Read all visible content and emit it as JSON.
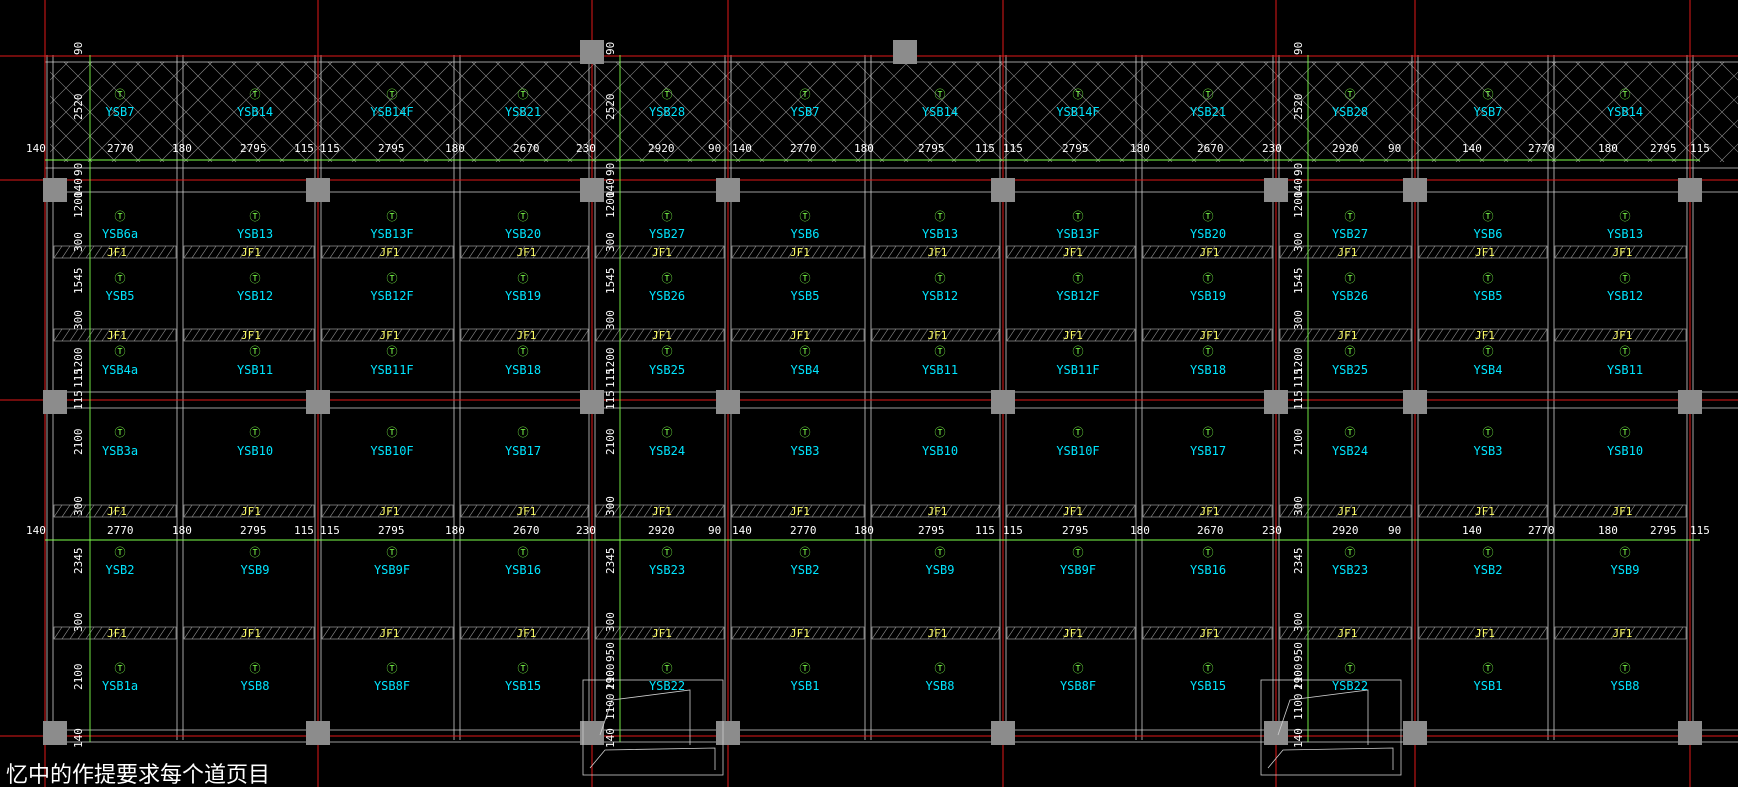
{
  "grid_columns": [
    {
      "c": 0,
      "panels": [
        "YSB7",
        "YSB6a",
        "YSB5",
        "YSB4a",
        "YSB3a",
        "YSB2",
        "YSB1a"
      ]
    },
    {
      "c": 1,
      "panels": [
        "YSB14",
        "YSB13",
        "YSB12",
        "YSB11",
        "YSB10",
        "YSB9",
        "YSB8"
      ]
    },
    {
      "c": 2,
      "panels": [
        "YSB14F",
        "YSB13F",
        "YSB12F",
        "YSB11F",
        "YSB10F",
        "YSB9F",
        "YSB8F"
      ]
    },
    {
      "c": 3,
      "panels": [
        "YSB21",
        "YSB20",
        "YSB19",
        "YSB18",
        "YSB17",
        "YSB16",
        "YSB15"
      ]
    },
    {
      "c": 4,
      "panels": [
        "YSB28",
        "YSB27",
        "YSB26",
        "YSB25",
        "YSB24",
        "YSB23",
        "YSB22"
      ]
    },
    {
      "c": 5,
      "panels": [
        "YSB7",
        "YSB6",
        "YSB5",
        "YSB4",
        "YSB3",
        "YSB2",
        "YSB1"
      ]
    },
    {
      "c": 6,
      "panels": [
        "YSB14",
        "YSB13",
        "YSB12",
        "YSB11",
        "YSB10",
        "YSB9",
        "YSB8"
      ]
    },
    {
      "c": 7,
      "panels": [
        "YSB14F",
        "YSB13F",
        "YSB12F",
        "YSB11F",
        "YSB10F",
        "YSB9F",
        "YSB8F"
      ]
    },
    {
      "c": 8,
      "panels": [
        "YSB21",
        "YSB20",
        "YSB19",
        "YSB18",
        "YSB17",
        "YSB16",
        "YSB15"
      ]
    },
    {
      "c": 9,
      "panels": [
        "YSB28",
        "YSB27",
        "YSB26",
        "YSB25",
        "YSB24",
        "YSB23",
        "YSB22"
      ]
    },
    {
      "c": 10,
      "panels": [
        "YSB7",
        "YSB6",
        "YSB5",
        "YSB4",
        "YSB3",
        "YSB2",
        "YSB1"
      ]
    },
    {
      "c": 11,
      "panels": [
        "YSB14",
        "YSB13",
        "YSB12",
        "YSB11",
        "YSB10",
        "YSB9",
        "YSB8"
      ]
    }
  ],
  "joint_label": "JF1",
  "panel_symbol": "Ⓣ",
  "horizontal_dims": [
    "140",
    "2770",
    "180",
    "2795",
    "115",
    "115",
    "2795",
    "180",
    "2670",
    "230",
    "2920",
    "90",
    "140",
    "2770",
    "180",
    "2795",
    "115",
    "115",
    "2795",
    "180",
    "2670",
    "230",
    "2920",
    "90",
    "140",
    "2770",
    "180",
    "2795",
    "115"
  ],
  "vertical_dims": [
    "90",
    "2520",
    "90",
    "140",
    "1200",
    "300",
    "1545",
    "300",
    "1200",
    "115",
    "115",
    "2100",
    "300",
    "2345",
    "300",
    "2100",
    "140"
  ],
  "stair_dims": [
    "950",
    "190",
    "1100"
  ],
  "bottom_note": "忆中的作提要求每个道页目"
}
